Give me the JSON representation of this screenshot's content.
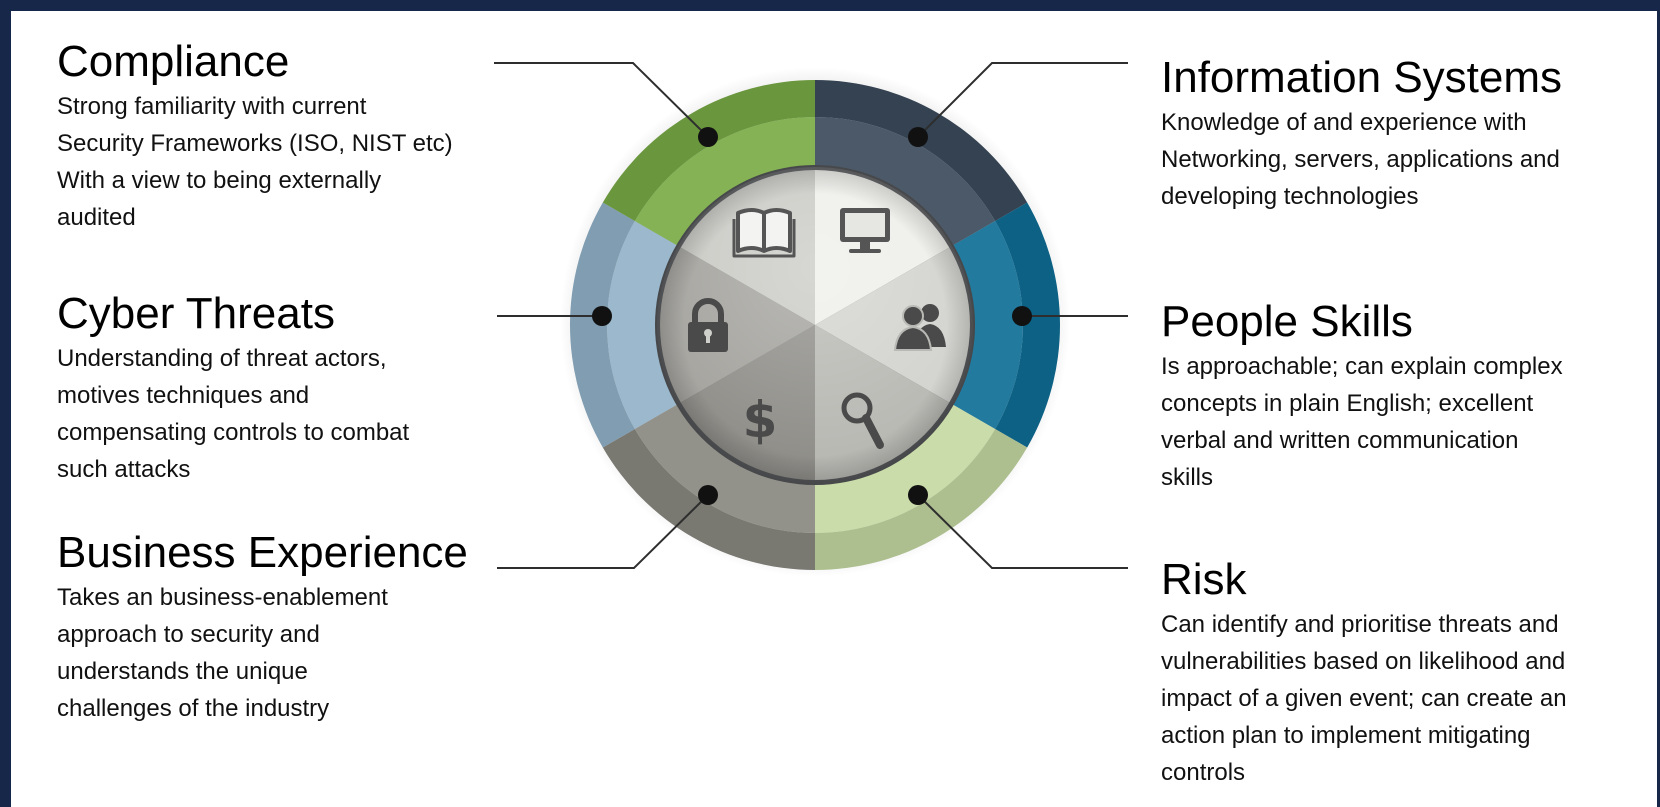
{
  "sections": {
    "compliance": {
      "title": "Compliance",
      "lines": [
        "Strong familiarity with current",
        "Security Frameworks (ISO, NIST etc)",
        "With a view to being externally",
        "audited"
      ]
    },
    "cyber_threats": {
      "title": "Cyber Threats",
      "lines": [
        "Understanding of threat actors,",
        "motives techniques and",
        "compensating controls to combat",
        "such attacks"
      ]
    },
    "business_experience": {
      "title": "Business Experience",
      "lines": [
        "Takes an business-enablement",
        "approach to security and",
        "understands the unique",
        "challenges of the industry"
      ]
    },
    "information_systems": {
      "title": "Information Systems",
      "lines": [
        "Knowledge of and experience with",
        "Networking, servers, applications and",
        "developing technologies"
      ]
    },
    "people_skills": {
      "title": "People Skills",
      "lines": [
        "Is approachable; can explain complex",
        "concepts in plain English; excellent",
        "verbal and written communication",
        "skills"
      ]
    },
    "risk": {
      "title": "Risk",
      "lines": [
        "Can identify and prioritise threats and",
        "vulnerabilities based on likelihood and",
        "impact of a given event; can create an",
        "action plan to implement mitigating",
        "controls"
      ]
    }
  },
  "wheel": {
    "segments": [
      {
        "name": "compliance",
        "color": "#3b4b5c",
        "icon": "book-icon"
      },
      {
        "name": "information-systems",
        "color": "#0f6e96",
        "icon": "monitor-icon"
      },
      {
        "name": "people-skills",
        "color": "#c5d9a2",
        "icon": "people-icon"
      },
      {
        "name": "risk",
        "color": "#8a8880",
        "icon": "magnifier-icon"
      },
      {
        "name": "business-experience",
        "color": "#92b2c9",
        "icon": "dollar-icon"
      },
      {
        "name": "cyber-threats",
        "color": "#79ab45",
        "icon": "padlock-icon"
      }
    ],
    "icon_glyphs": {
      "dollar-icon": "$"
    }
  }
}
